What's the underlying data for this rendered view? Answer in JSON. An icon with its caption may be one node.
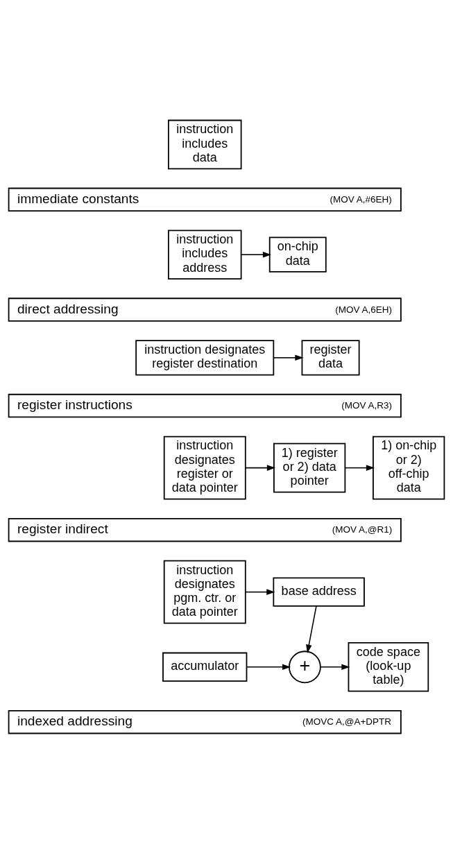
{
  "diagram": {
    "nodes": [
      {
        "text": [
          "instruction includes data"
        ]
      },
      {
        "text": [
          "immediate constants",
          "(MOV A,#6EH)"
        ]
      },
      {
        "text": [
          "instruction includes address"
        ]
      },
      {
        "text": [
          "on-chip data"
        ]
      },
      {
        "text": [
          "direct addressing",
          "(MOV A,6EH)"
        ]
      },
      {
        "text": [
          "instruction designates register destination"
        ]
      },
      {
        "text": [
          "register data"
        ]
      },
      {
        "text": [
          "register instructions",
          "(MOV A,R3)"
        ]
      },
      {
        "text": [
          "instruction designates register or data pointer"
        ]
      },
      {
        "text": [
          "1) register or 2) data pointer"
        ]
      },
      {
        "text": [
          "1) on-chip or 2) off-chip data"
        ]
      },
      {
        "text": [
          "register indirect",
          "(MOV A,@R1)"
        ]
      },
      {
        "text": [
          "instruction designates pgm. ctr. or data pointer"
        ]
      },
      {
        "text": [
          "base address"
        ]
      },
      {
        "text": [
          "accumulator"
        ]
      },
      {
        "text": [
          "+"
        ]
      },
      {
        "text": [
          "code space (look-up table)"
        ]
      },
      {
        "text": [
          "indexed addressing",
          "(MOVC A,@A+DPTR"
        ]
      }
    ],
    "edges": [
      {
        "from": 2,
        "to": 3,
        "arrow": "to"
      },
      {
        "from": 5,
        "to": 6,
        "arrow": "to"
      },
      {
        "from": 8,
        "to": 9,
        "arrow": "to"
      },
      {
        "from": 9,
        "to": 10,
        "arrow": "to"
      },
      {
        "from": 12,
        "to": 13,
        "arrow": "to"
      },
      {
        "from": 13,
        "to": 15,
        "arrow": "to"
      },
      {
        "from": 14,
        "to": 15,
        "arrow": "to"
      },
      {
        "from": 15,
        "to": 16,
        "arrow": "to"
      }
    ]
  }
}
